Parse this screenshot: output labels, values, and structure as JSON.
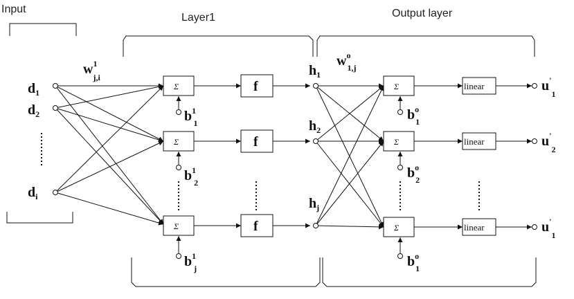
{
  "headers": {
    "input": "Input",
    "layer1": "Layer1",
    "output_layer": "Output layer"
  },
  "inputs": [
    {
      "name": "d",
      "sub": "1"
    },
    {
      "name": "d",
      "sub": "2"
    },
    {
      "name": "d",
      "sub": "i"
    }
  ],
  "hidden": [
    {
      "name": "h",
      "sub": "1"
    },
    {
      "name": "h",
      "sub": "2"
    },
    {
      "name": "h",
      "sub": "j"
    }
  ],
  "outputs": [
    {
      "name": "u",
      "sup": "'",
      "sub": "1"
    },
    {
      "name": "u",
      "sup": "'",
      "sub": "2"
    },
    {
      "name": "u",
      "sup": "'",
      "sub": "1"
    }
  ],
  "weights": {
    "input_to_hidden": {
      "name": "w",
      "sup": "1",
      "sub": "j,i"
    },
    "hidden_to_output": {
      "name": "w",
      "sup": "o",
      "sub": "1,j"
    }
  },
  "hidden_biases": [
    {
      "name": "b",
      "sup": "1",
      "sub": "1"
    },
    {
      "name": "b",
      "sup": "1",
      "sub": "2"
    },
    {
      "name": "b",
      "sup": "1",
      "sub": "j"
    }
  ],
  "output_biases": [
    {
      "name": "b",
      "sup": "o",
      "sub": "1"
    },
    {
      "name": "b",
      "sup": "o",
      "sub": "2"
    },
    {
      "name": "b",
      "sup": "o",
      "sub": "1"
    }
  ],
  "blocks": {
    "sum_symbol": "Σ",
    "activation": "f",
    "output_activation": "linear"
  }
}
